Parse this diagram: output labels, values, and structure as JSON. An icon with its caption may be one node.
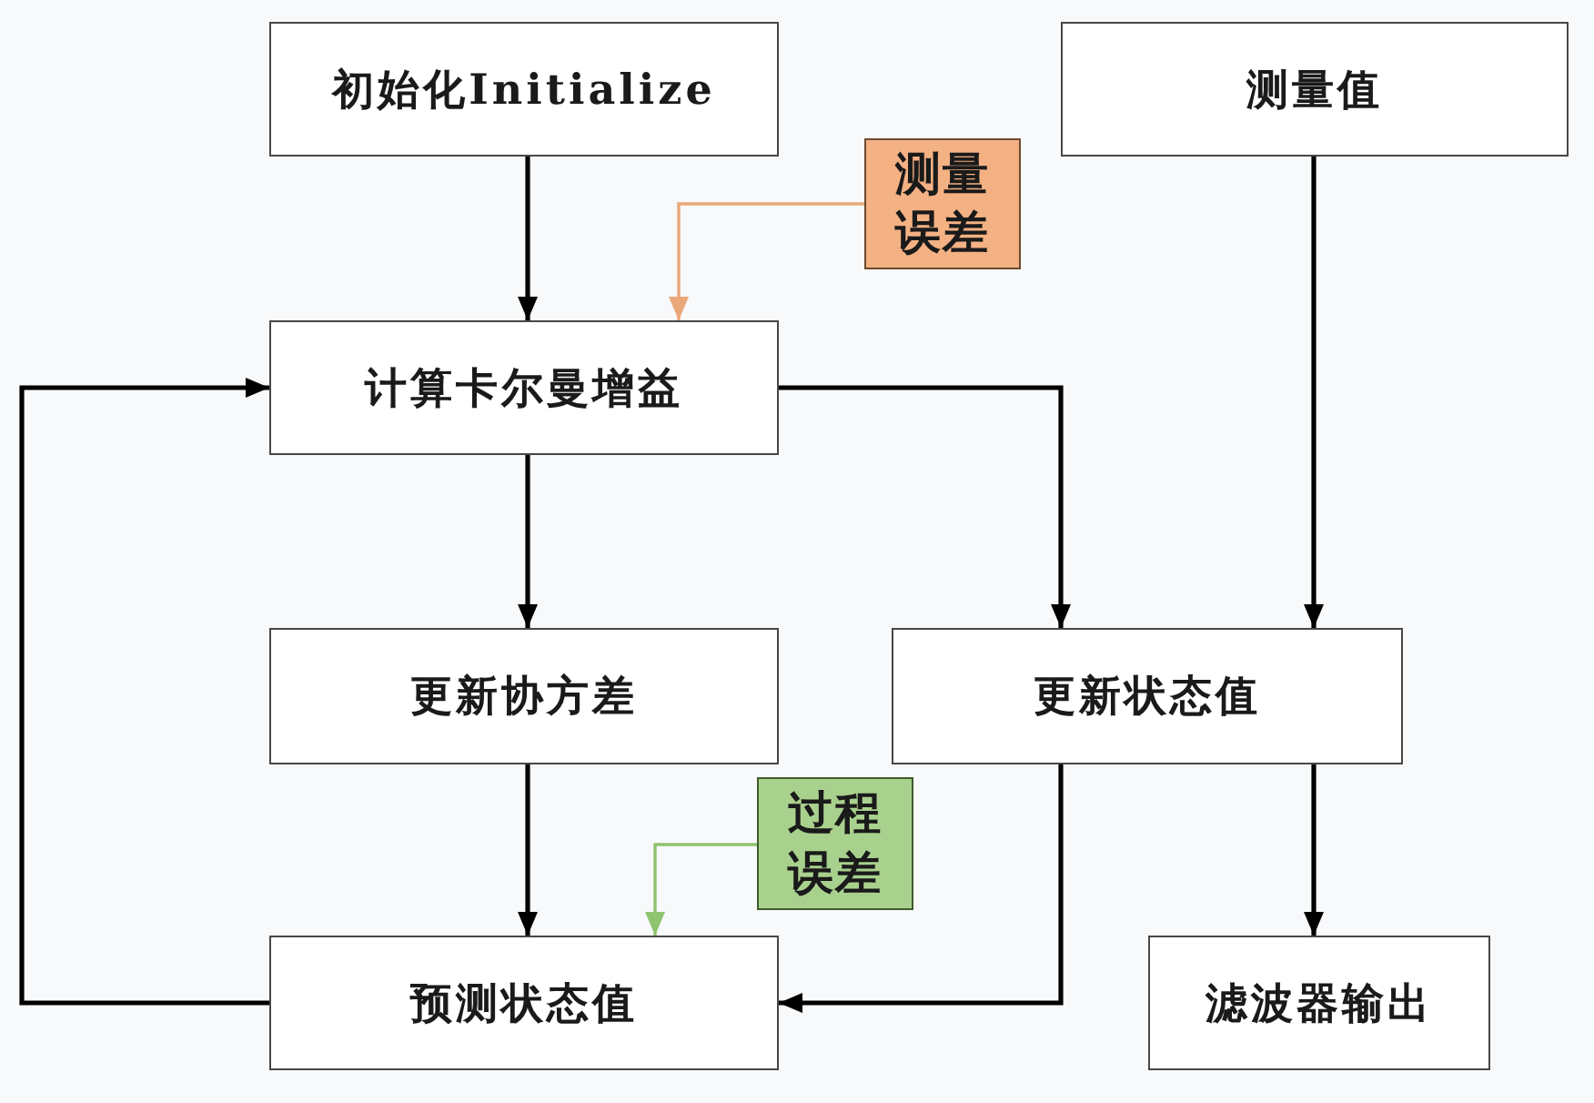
{
  "diagram": {
    "nodes": [
      {
        "text": [
          "初始化Initialize"
        ]
      },
      {
        "text": [
          "测量值"
        ]
      },
      {
        "text": [
          "测量误差"
        ]
      },
      {
        "text": [
          "计算卡尔曼增益"
        ]
      },
      {
        "text": [
          "更新协方差"
        ]
      },
      {
        "text": [
          "更新状态值"
        ]
      },
      {
        "text": [
          "过程误差"
        ]
      },
      {
        "text": [
          "预测状态值"
        ]
      },
      {
        "text": [
          "滤波器输出"
        ]
      }
    ],
    "edges": [
      {
        "from": 0,
        "to": 3,
        "arrow": "to"
      },
      {
        "from": 2,
        "to": 3,
        "arrow": "to",
        "color": "#eaa77a"
      },
      {
        "from": 3,
        "to": 5,
        "arrow": "to"
      },
      {
        "from": 1,
        "to": 5,
        "arrow": "to"
      },
      {
        "from": 3,
        "to": 4,
        "arrow": "to"
      },
      {
        "from": 4,
        "to": 7,
        "arrow": "to"
      },
      {
        "from": 6,
        "to": 7,
        "arrow": "to",
        "color": "#8fc46f"
      },
      {
        "from": 5,
        "to": 7,
        "arrow": "to"
      },
      {
        "from": 5,
        "to": 8,
        "arrow": "to"
      },
      {
        "from": 7,
        "to": 3,
        "arrow": "to"
      }
    ]
  }
}
